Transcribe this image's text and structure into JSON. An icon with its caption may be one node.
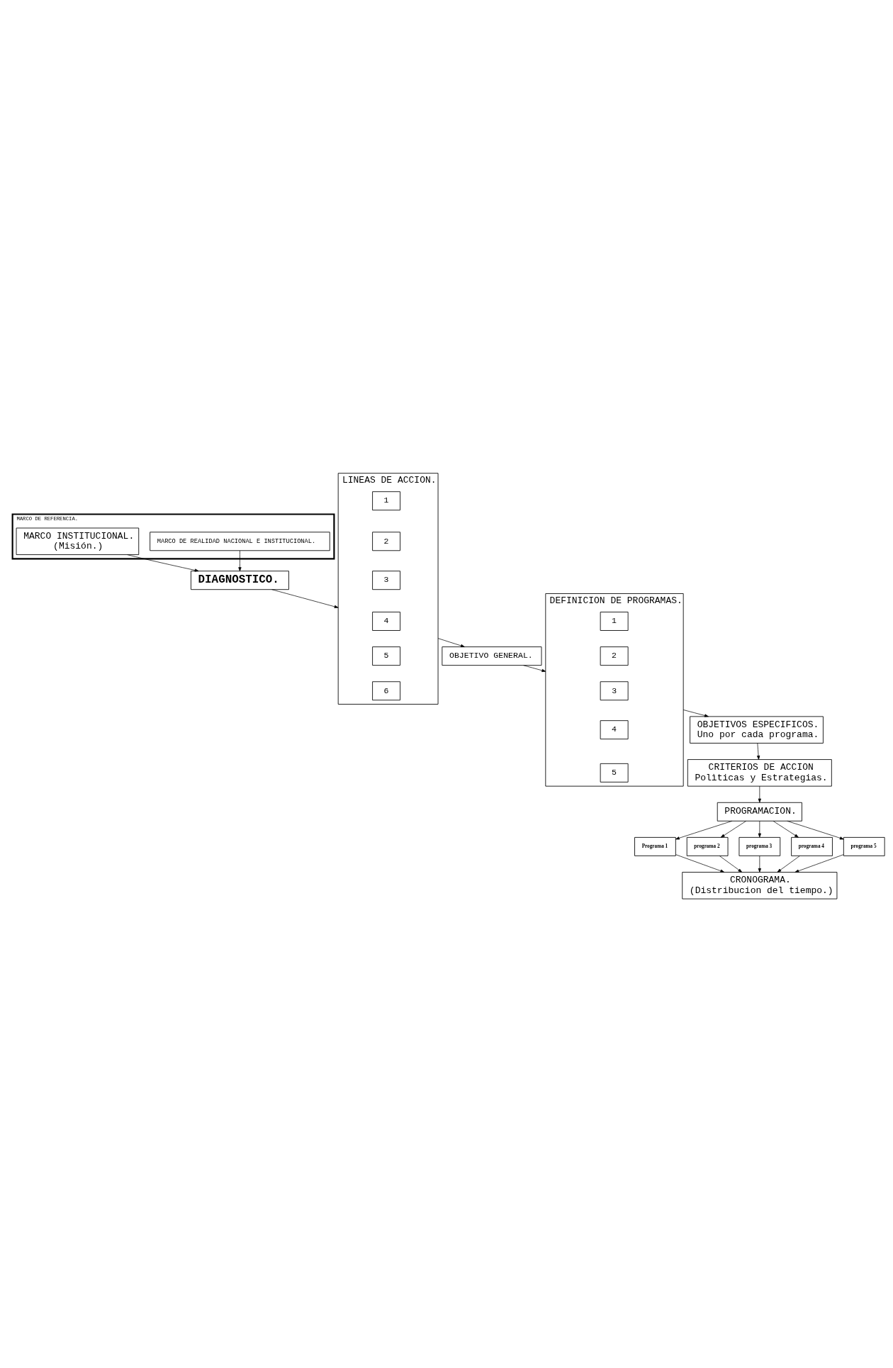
{
  "diagram": {
    "nodes": [
      {
        "text": [
          "MARCO DE REFERENCIA."
        ]
      },
      {
        "text": [
          "MARCO DE REALIDAD NACIONAL E INSTITUCIONAL."
        ],
        "in": 0
      },
      {
        "text": [
          "MARCO INSTITUCIONAL.",
          "(Misión.)"
        ],
        "in": 0
      },
      {
        "text": [
          "DIAGNOSTICO."
        ]
      },
      {
        "text": [
          "LINEAS DE ACCION."
        ]
      },
      {
        "text": [
          "1"
        ],
        "in": 4
      },
      {
        "text": [
          "2"
        ],
        "in": 4
      },
      {
        "text": [
          "3"
        ],
        "in": 4
      },
      {
        "text": [
          "4"
        ],
        "in": 4
      },
      {
        "text": [
          "5"
        ],
        "in": 4
      },
      {
        "text": [
          "6"
        ],
        "in": 4
      },
      {
        "text": [
          "OBJETIVO GENERAL."
        ]
      },
      {
        "text": [
          "DEFINICION DE PROGRAMAS."
        ]
      },
      {
        "text": [
          "1"
        ],
        "in": 12
      },
      {
        "text": [
          "2"
        ],
        "in": 12
      },
      {
        "text": [
          "3"
        ],
        "in": 12
      },
      {
        "text": [
          "4"
        ],
        "in": 12
      },
      {
        "text": [
          "5"
        ],
        "in": 12
      },
      {
        "text": [
          "OBJETIVOS ESPECIFICOS.",
          "Uno por cada programa."
        ]
      },
      {
        "text": [
          "CRITERIOS DE ACCION",
          "Polìticas y Estrategias."
        ]
      },
      {
        "text": [
          "PROGRAMACION."
        ]
      },
      {
        "text": [
          "Programa 1"
        ]
      },
      {
        "text": [
          "programa 2"
        ]
      },
      {
        "text": [
          "programa 3"
        ]
      },
      {
        "text": [
          "programa 4"
        ]
      },
      {
        "text": [
          "programa 5"
        ]
      },
      {
        "text": [
          "CRONOGRAMA.",
          "(Distribucion del tiempo.)"
        ]
      }
    ],
    "edges": [
      {
        "from": 1,
        "to": 3,
        "arrow": "to"
      },
      {
        "from": 2,
        "to": 3,
        "arrow": "to"
      },
      {
        "from": 3,
        "to": 4,
        "arrow": "to"
      },
      {
        "from": 4,
        "to": 11,
        "arrow": "to"
      },
      {
        "from": 11,
        "to": 12,
        "arrow": "to"
      },
      {
        "from": 12,
        "to": 18,
        "arrow": "to"
      },
      {
        "from": 18,
        "to": 19,
        "arrow": "to"
      },
      {
        "from": 19,
        "to": 20,
        "arrow": "to"
      },
      {
        "from": 20,
        "to": 21,
        "arrow": "to"
      },
      {
        "from": 20,
        "to": 22,
        "arrow": "to"
      },
      {
        "from": 20,
        "to": 23,
        "arrow": "to"
      },
      {
        "from": 20,
        "to": 24,
        "arrow": "to"
      },
      {
        "from": 20,
        "to": 25,
        "arrow": "to"
      },
      {
        "from": 21,
        "to": 26,
        "arrow": "to"
      },
      {
        "from": 22,
        "to": 26,
        "arrow": "to"
      },
      {
        "from": 23,
        "to": 26,
        "arrow": "to"
      },
      {
        "from": 24,
        "to": 26,
        "arrow": "to"
      },
      {
        "from": 25,
        "to": 26,
        "arrow": "to"
      }
    ]
  }
}
